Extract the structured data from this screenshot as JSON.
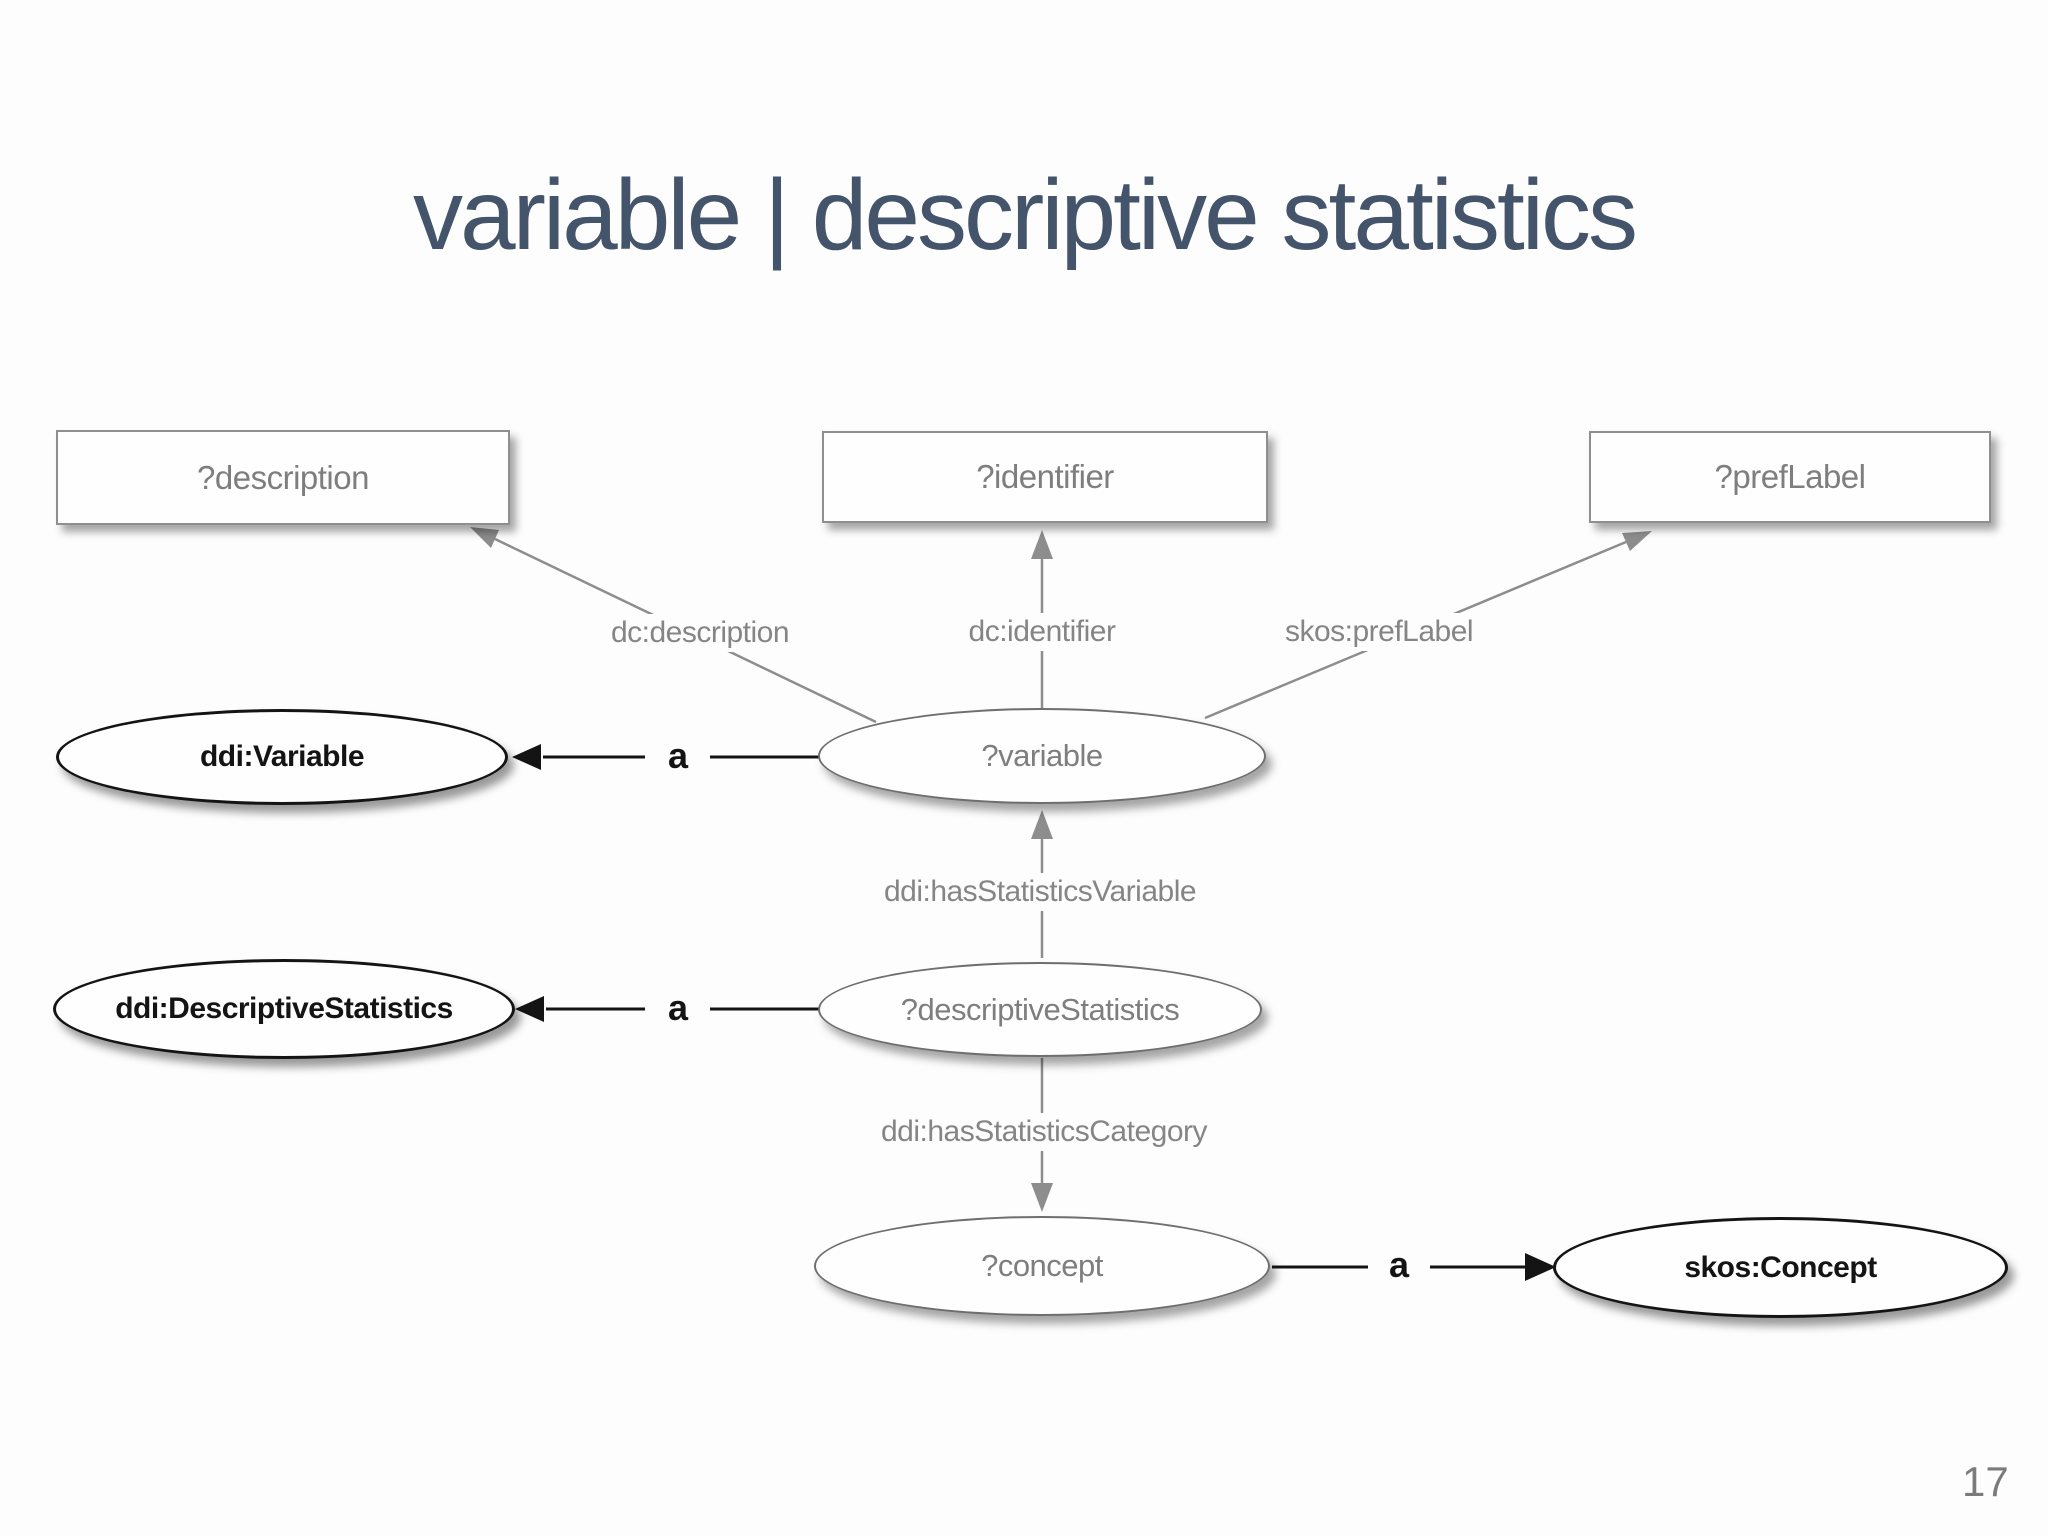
{
  "slide": {
    "title": "variable | descriptive statistics",
    "page_number": "17",
    "colors": {
      "title": "#44546a",
      "gray_text": "#7e7e7e",
      "gray_line": "#8d8d8d",
      "black": "#141414",
      "background": "#fdfdfd"
    }
  },
  "diagram": {
    "nodes": {
      "description": {
        "label": "?description",
        "shape": "box"
      },
      "identifier": {
        "label": "?identifier",
        "shape": "box"
      },
      "pref_label": {
        "label": "?prefLabel",
        "shape": "box"
      },
      "ddi_variable": {
        "label": "ddi:Variable",
        "shape": "ellipse"
      },
      "variable": {
        "label": "?variable",
        "shape": "ellipse"
      },
      "ddi_descriptive_statistics": {
        "label": "ddi:DescriptiveStatistics",
        "shape": "ellipse"
      },
      "descriptive_statistics": {
        "label": "?descriptiveStatistics",
        "shape": "ellipse"
      },
      "concept": {
        "label": "?concept",
        "shape": "ellipse"
      },
      "skos_concept": {
        "label": "skos:Concept",
        "shape": "ellipse"
      }
    },
    "edges": {
      "dc_description": {
        "label": "dc:description",
        "from": "variable",
        "to": "description"
      },
      "dc_identifier": {
        "label": "dc:identifier",
        "from": "variable",
        "to": "identifier"
      },
      "skos_pref_label": {
        "label": "skos:prefLabel",
        "from": "variable",
        "to": "pref_label"
      },
      "variable_a": {
        "label": "a",
        "from": "variable",
        "to": "ddi_variable"
      },
      "has_statistics_variable": {
        "label": "ddi:hasStatisticsVariable",
        "from": "descriptive_statistics",
        "to": "variable"
      },
      "descriptive_statistics_a": {
        "label": "a",
        "from": "descriptive_statistics",
        "to": "ddi_descriptive_statistics"
      },
      "has_statistics_category": {
        "label": "ddi:hasStatisticsCategory",
        "from": "descriptive_statistics",
        "to": "concept"
      },
      "concept_a": {
        "label": "a",
        "from": "concept",
        "to": "skos_concept"
      }
    }
  }
}
